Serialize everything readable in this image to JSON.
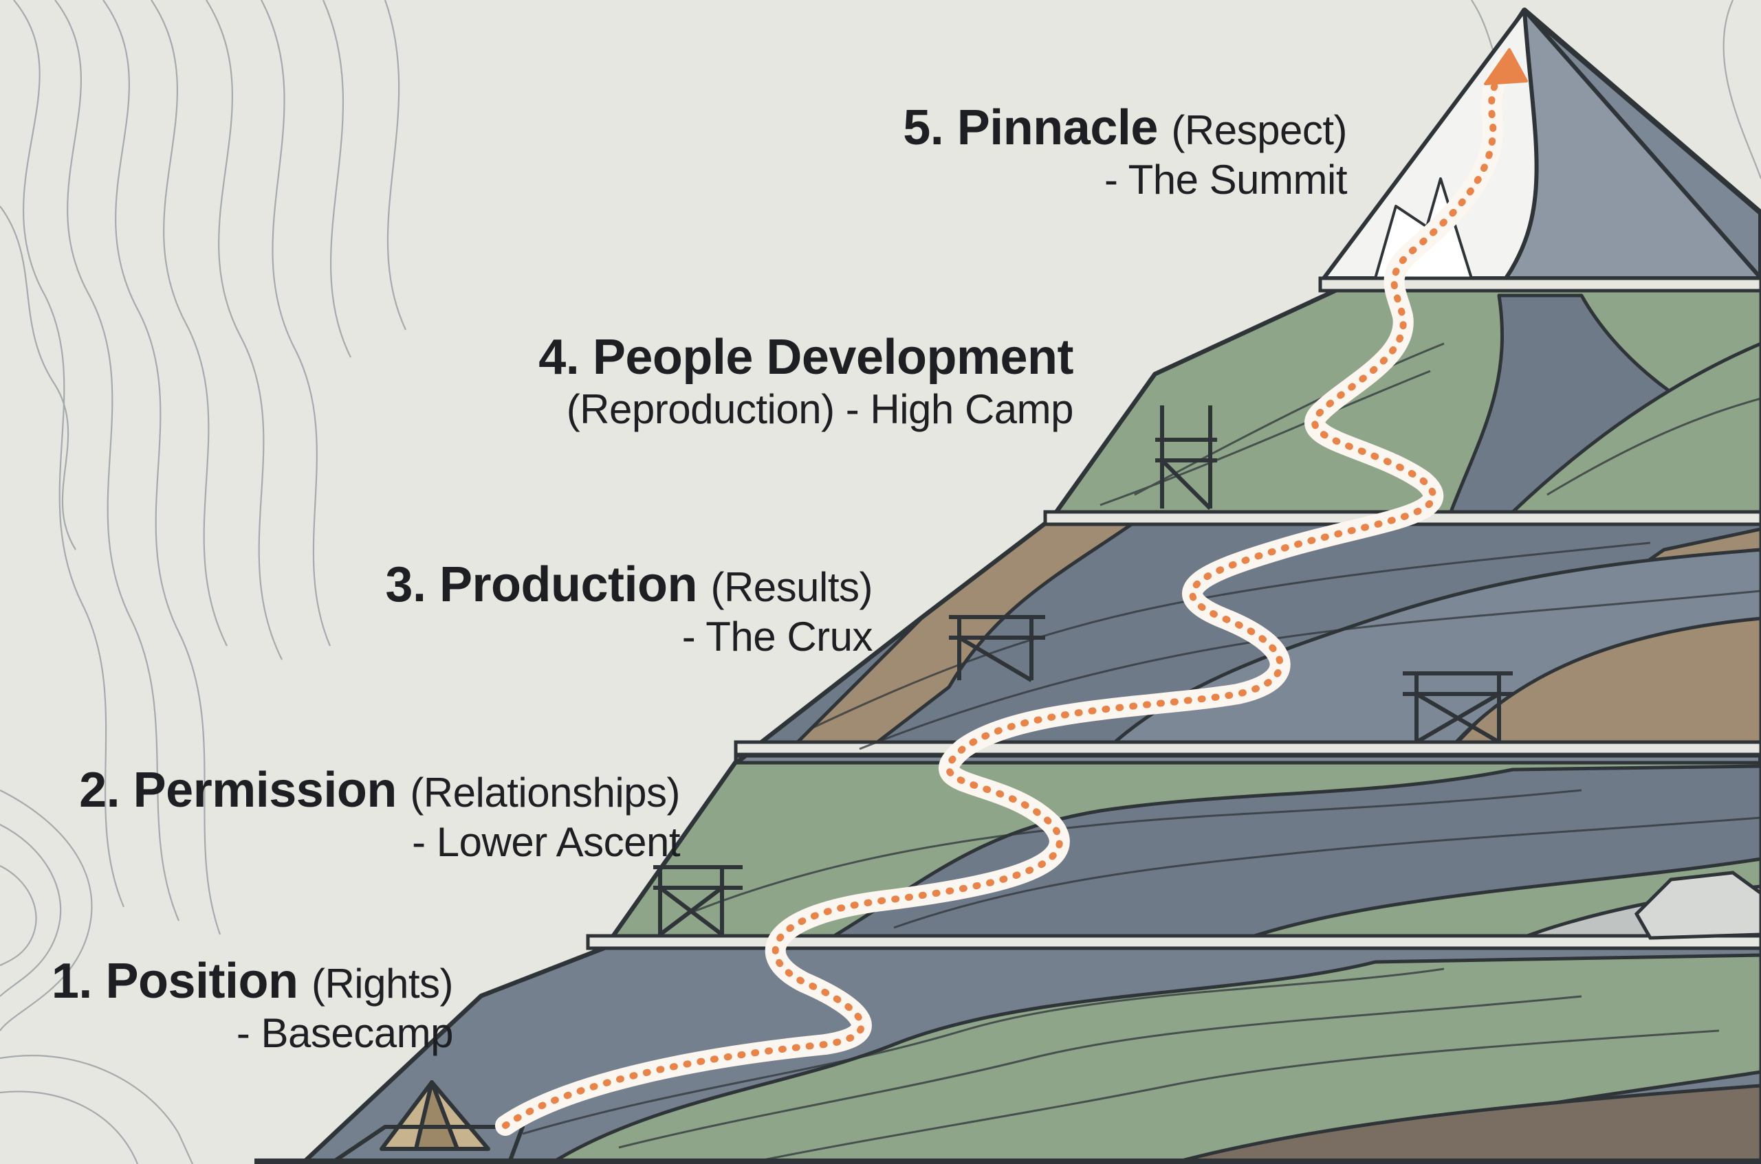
{
  "diagram": {
    "levels": [
      {
        "number": "5.",
        "name": "Pinnacle",
        "qualifier": "(Respect)",
        "subtitle": "- The Summit"
      },
      {
        "number": "4.",
        "name": "People Development",
        "qualifier": "(Reproduction)",
        "subtitle": "- High Camp"
      },
      {
        "number": "3.",
        "name": "Production",
        "qualifier": "(Results)",
        "subtitle": "- The Crux"
      },
      {
        "number": "2.",
        "name": "Permission",
        "qualifier": "(Relationships)",
        "subtitle": "- Lower Ascent"
      },
      {
        "number": "1.",
        "name": "Position",
        "qualifier": "(Rights)",
        "subtitle": "- Basecamp"
      }
    ],
    "colors": {
      "background": "#e6e7e1",
      "path": "#e8844a",
      "snow": "#f3f4f2",
      "slate": "#6f7a88",
      "sage": "#8ea58a",
      "earth": "#a08c72",
      "outline": "#2f3438"
    },
    "icons": [
      "tent-icon",
      "bridge-icon",
      "path-arrow-icon"
    ]
  }
}
